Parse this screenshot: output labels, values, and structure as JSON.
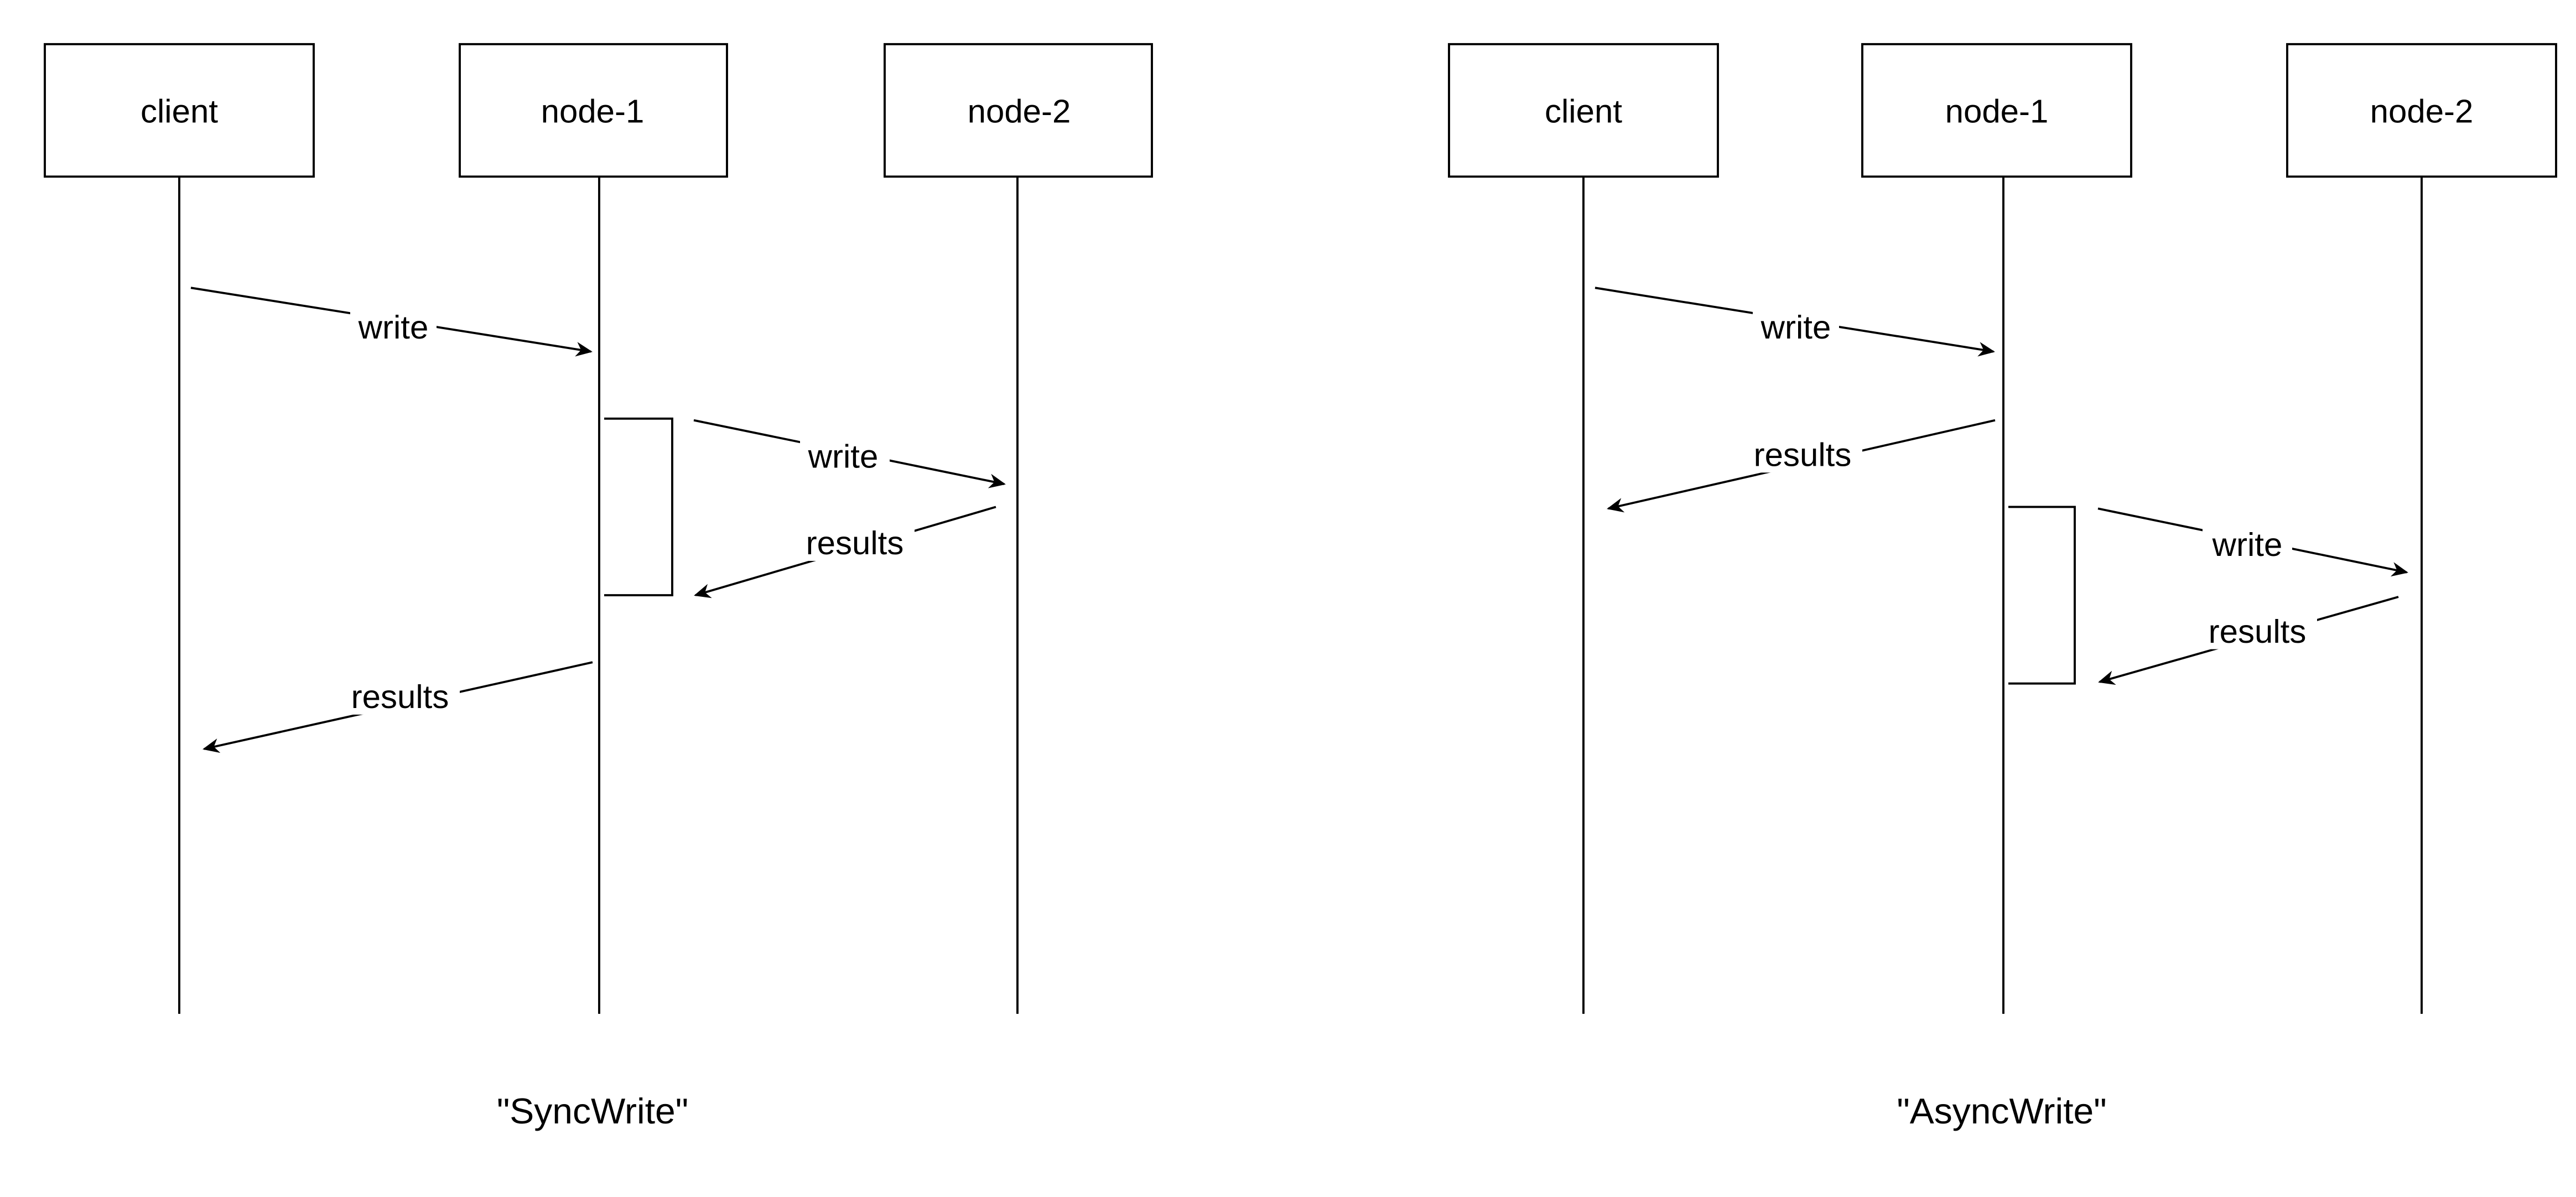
{
  "colors": {
    "stroke": "#000000",
    "background": "#ffffff",
    "text": "#000000"
  },
  "diagrams": [
    {
      "caption": "\"SyncWrite\"",
      "participants": [
        "client",
        "node-1",
        "node-2"
      ],
      "messages": [
        {
          "from": "client",
          "to": "node-1",
          "label": "write"
        },
        {
          "from": "node-1",
          "to": "node-2",
          "label": "write"
        },
        {
          "from": "node-2",
          "to": "node-1",
          "label": "results"
        },
        {
          "from": "node-1",
          "to": "client",
          "label": "results"
        }
      ]
    },
    {
      "caption": "\"AsyncWrite\"",
      "participants": [
        "client",
        "node-1",
        "node-2"
      ],
      "messages": [
        {
          "from": "client",
          "to": "node-1",
          "label": "write"
        },
        {
          "from": "node-1",
          "to": "client",
          "label": "results"
        },
        {
          "from": "node-1",
          "to": "node-2",
          "label": "write"
        },
        {
          "from": "node-2",
          "to": "node-1",
          "label": "results"
        }
      ]
    }
  ]
}
